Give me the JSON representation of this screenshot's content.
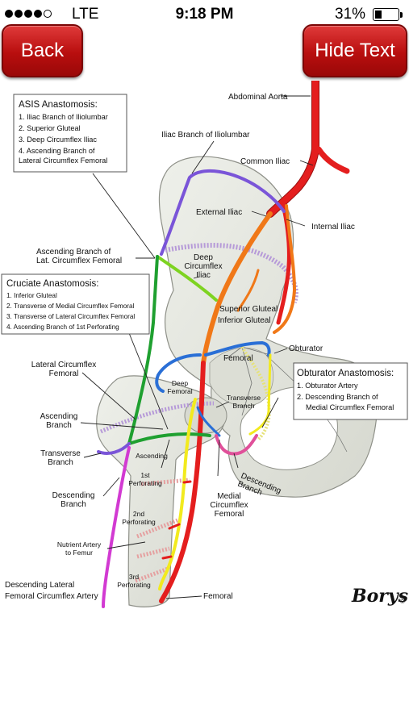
{
  "status_bar": {
    "carrier": "LTE",
    "time": "9:18 PM",
    "battery_percent": "31%",
    "battery_level": 0.31,
    "signal_bars_filled": 4,
    "signal_bars_total": 5
  },
  "nav": {
    "back_label": "Back",
    "hide_text_label": "Hide Text",
    "button_color": "#c41414"
  },
  "labels": {
    "abdominal_aorta": "Abdominal Aorta",
    "iliac_branch_iliolumbar": "Iliac Branch of Iliolumbar",
    "common_iliac": "Common Iliac",
    "external_iliac": "External Iliac",
    "internal_iliac": "Internal Iliac",
    "ascending_branch_lcf_line1": "Ascending Branch of",
    "ascending_branch_lcf_line2": "Lat. Circumflex Femoral",
    "deep_circumflex_iliac_line1": "Deep",
    "deep_circumflex_iliac_line2": "Circumflex",
    "deep_circumflex_iliac_line3": "Iliac",
    "superior_gluteal": "Superior Gluteal",
    "inferior_gluteal": "Inferior Gluteal",
    "obturator": "Obturator",
    "femoral_top": "Femoral",
    "lateral_circumflex_femoral_line1": "Lateral Circumflex",
    "lateral_circumflex_femoral_line2": "Femoral",
    "deep_femoral_line1": "Deep",
    "deep_femoral_line2": "Femoral",
    "transverse_branch_mid_line1": "Transverse",
    "transverse_branch_mid_line2": "Branch",
    "ascending_branch_line1": "Ascending",
    "ascending_branch_line2": "Branch",
    "ascending_small": "Ascending",
    "transverse_branch_left_line1": "Transverse",
    "transverse_branch_left_line2": "Branch",
    "first_perforating_line1": "1st",
    "first_perforating_line2": "Perforating",
    "descending_branch_left_line1": "Descending",
    "descending_branch_left_line2": "Branch",
    "descending_branch_right_line1": "Descending",
    "descending_branch_right_line2": "Branch",
    "medial_circumflex_femoral_line1": "Medial",
    "medial_circumflex_femoral_line2": "Circumflex",
    "medial_circumflex_femoral_line3": "Femoral",
    "second_perforating_line1": "2nd",
    "second_perforating_line2": "Perforating",
    "nutrient_artery_line1": "Nutrient Artery",
    "nutrient_artery_line2": "to Femur",
    "third_perforating_line1": "3rd",
    "third_perforating_line2": "Perforating",
    "descending_lateral_line1": "Descending Lateral",
    "descending_lateral_line2": "Femoral Circumflex Artery",
    "femoral_bottom": "Femoral",
    "signature": "Borys",
    "copyright": "©"
  },
  "asis_box": {
    "title": "ASIS Anastomosis:",
    "items": [
      "1. Iliac Branch of Iliolumbar",
      "2. Superior Gluteal",
      "3. Deep Circumflex Iliac",
      "4. Ascending Branch of",
      "Lateral Circumflex Femoral"
    ]
  },
  "cruciate_box": {
    "title": "Cruciate Anastomosis:",
    "items": [
      "1. Inferior Gluteal",
      "2. Transverse of Medial Circumflex Femoral",
      "3. Transverse of Lateral Circumflex Femoral",
      "4. Ascending Branch of 1st Perforating"
    ]
  },
  "obturator_box": {
    "title": "Obturator Anastomosis:",
    "items": [
      "1. Obturator Artery",
      "2. Descending Branch of",
      "Medial Circumflex Femoral"
    ]
  },
  "colors": {
    "bone": "#e4e6de",
    "aorta_red": "#e41e1e",
    "orange": "#f07818",
    "green": "#1fa030",
    "light_green": "#7ed321",
    "blue": "#2a6fd6",
    "purple": "#7a55d8",
    "magenta": "#d23ad2",
    "yellow": "#f2ea1e",
    "pink": "#e0509a"
  }
}
